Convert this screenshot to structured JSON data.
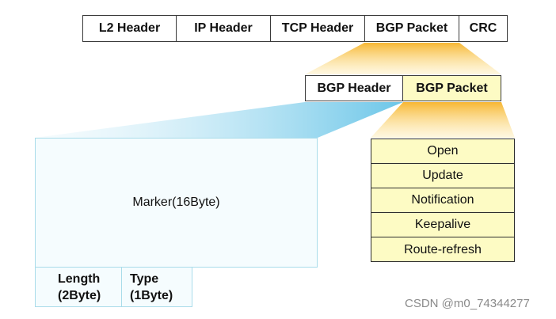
{
  "packet_fields": [
    "L2 Header",
    "IP Header",
    "TCP Header",
    "BGP Packet",
    "CRC"
  ],
  "bgp_packet_fields": [
    "BGP Header",
    "BGP Packet"
  ],
  "bgp_header": {
    "marker": "Marker(16Byte)",
    "length_line1": "Length",
    "length_line2": "(2Byte)",
    "type_line1": "Type",
    "type_line2": "(1Byte)"
  },
  "message_types": [
    "Open",
    "Update",
    "Notification",
    "Keepalive",
    "Route-refresh"
  ],
  "watermark": "CSDN @m0_74344277",
  "colors": {
    "highlight_yellow": "#fdfbc4",
    "orange_wedge": "#f7b733",
    "blue_wedge": "#6cc6e8",
    "light_blue_box": "#f5fcfe"
  }
}
